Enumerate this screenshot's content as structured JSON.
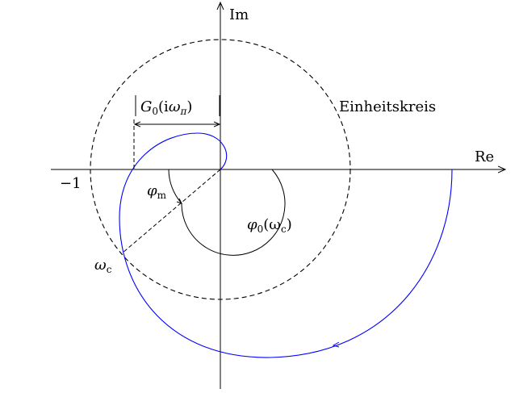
{
  "labels": {
    "im_axis": "Im",
    "re_axis": "Re",
    "minus_one": "−1",
    "unit_circle": "Einheitskreis",
    "gain_margin_prefix": "G",
    "gain_margin_sub": "0",
    "gain_margin_arg_open": "(i",
    "gain_margin_omega": "ω",
    "gain_margin_omega_sub": "π",
    "gain_margin_arg_close": ")",
    "phase_margin": "φ",
    "phase_margin_sub": "m",
    "phase_at_crossover": "φ",
    "phase_at_crossover_sub": "0",
    "phase_at_crossover_arg_open": "(ω",
    "phase_at_crossover_arg_sub": "c",
    "phase_at_crossover_arg_close": ")",
    "crossover_freq": "ω",
    "crossover_freq_sub": "c"
  },
  "colors": {
    "axes": "#000000",
    "unit_circle": "#000000",
    "nyquist_curve": "#0000ff",
    "annotations": "#000000",
    "background": "#ffffff"
  }
}
